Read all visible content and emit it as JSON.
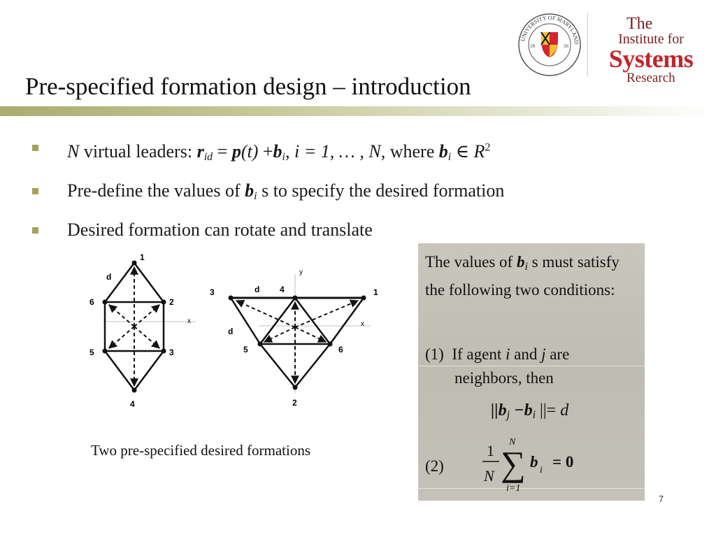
{
  "slide": {
    "title": "Pre-specified formation design – introduction",
    "page_number": "7"
  },
  "logos": {
    "umd": {
      "ring_text": "UNIVERSITY OF MARYLAND",
      "year_left": "18",
      "year_right": "56"
    },
    "isr": {
      "the": "The",
      "institute": "Institute for",
      "systems": "Systems",
      "research": "Research"
    }
  },
  "bullets": {
    "b1": {
      "N": "N",
      "text1": " virtual leaders: ",
      "r": "r",
      "r_sub": "id",
      "eq": " = ",
      "p": "p",
      "t": "(t)",
      "plus": " +",
      "b": "b",
      "b_sub": "i",
      "text2": ", ",
      "i": "i",
      "rest": " = 1, … , N,",
      "where": " where ",
      "bi": "b",
      "bi_sub": "i",
      "in": " ∈ ",
      "R": "R",
      "R_sup": "2"
    },
    "b2": {
      "text1": "Pre-define the values of ",
      "b": "b",
      "b_sub": "i",
      "text2": " s to specify the desired formation"
    },
    "b3": {
      "text": "Desired formation can rotate and translate"
    }
  },
  "diagram": {
    "left": {
      "nodes": [
        "1",
        "2",
        "3",
        "4",
        "5",
        "6"
      ],
      "edge_label": "d",
      "axis_label": "x"
    },
    "right": {
      "nodes": [
        "1",
        "2",
        "3",
        "4",
        "5",
        "6"
      ],
      "edge_label_top": "d",
      "edge_label_side": "d",
      "axis_x": "x",
      "axis_y": "y"
    },
    "caption": "Two pre-specified desired formations"
  },
  "conditions": {
    "intro1": "The values of ",
    "b": "b",
    "b_sub": "i",
    "intro2": " s must satisfy the following two conditions:",
    "c1_num": "(1)",
    "c1_text1": "If agent ",
    "c1_i": "i",
    "c1_and": " and ",
    "c1_j": "j",
    "c1_text2": " are",
    "c1_text3": "neighbors, then",
    "eq1": "||b",
    "eq1_j": "j",
    "eq1_minus": " −b",
    "eq1_i": "i",
    "eq1_rest": " ||= ",
    "eq1_d": "d",
    "c2_num": "(2)",
    "eq2_one": "1",
    "eq2_N": "N",
    "eq2_sum_top": "N",
    "eq2_sum_bottom": "i=1",
    "eq2_b": "b",
    "eq2_i": "i",
    "eq2_eq": "= 0"
  }
}
